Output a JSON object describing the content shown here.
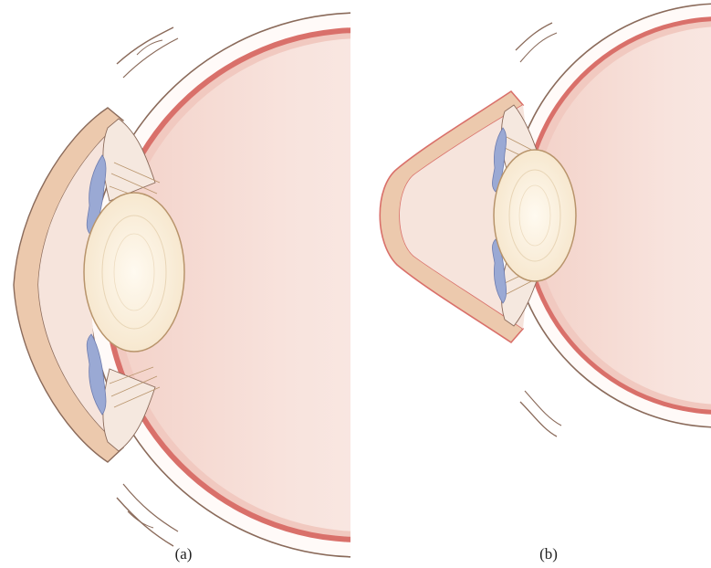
{
  "figure": {
    "panels": [
      {
        "id": "a",
        "caption": "(a)"
      },
      {
        "id": "b",
        "caption": "(b)"
      }
    ]
  },
  "colors": {
    "sclera_outline": "#8a6a5a",
    "retina_red": "#d9706a",
    "choroid_pink": "#f1c9c0",
    "vitreous": "#fbeeeb",
    "cornea_tan": "#ecc9ad",
    "iris_blue": "#9aa9d4",
    "lens_fill": "#fbf1df",
    "lens_outline": "#b8946b",
    "anterior_chamber": "#f6e4dc"
  }
}
